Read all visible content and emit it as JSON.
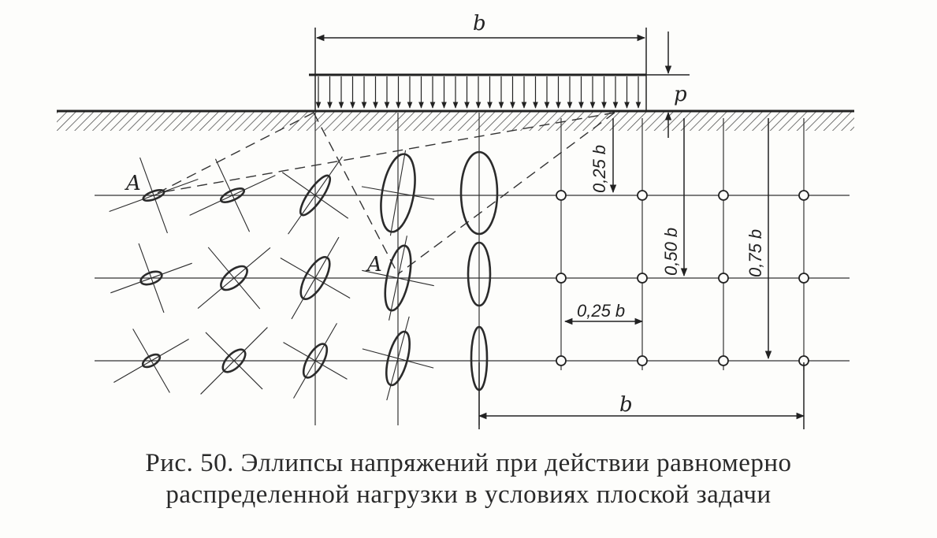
{
  "labels": {
    "width_top": "b",
    "load": "p",
    "point_a_1": "A",
    "point_a_2": "A",
    "depth_025": "0,25 b",
    "depth_050": "0,50 b",
    "depth_075": "0,75 b",
    "spacing_025": "0,25 b",
    "width_bottom": "b"
  },
  "caption": {
    "line1": "Рис. 50. Эллипсы напряжений при действии равномерно",
    "line2": "распределенной нагрузки в условиях плоской задачи"
  },
  "colors": {
    "ink": "#2b2b2b",
    "paper": "#fdfdfb"
  }
}
